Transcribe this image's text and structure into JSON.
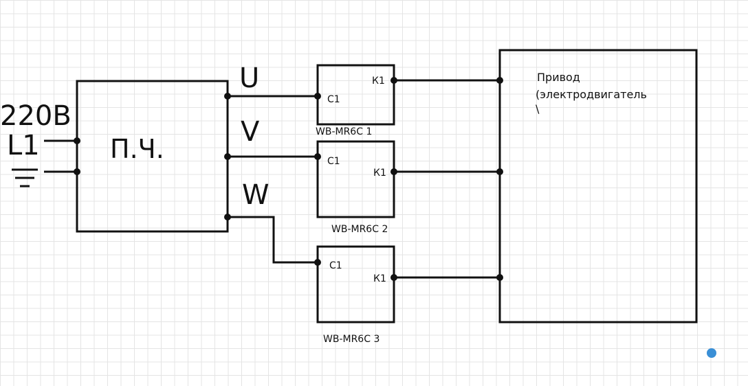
{
  "input": {
    "voltage": "220В",
    "line": "L1"
  },
  "converter": {
    "label": "П.Ч."
  },
  "phases": {
    "u": "U",
    "v": "V",
    "w": "W"
  },
  "modules": [
    {
      "name": "WB-MR6C 1",
      "pin_in": "C1",
      "pin_out": "К1"
    },
    {
      "name": "WB-MR6C 2",
      "pin_in": "C1",
      "pin_out": "К1"
    },
    {
      "name": "WB-MR6C 3",
      "pin_in": "C1",
      "pin_out": "К1"
    }
  ],
  "drive": {
    "line1": "Привод",
    "line2": "(электродвигатель",
    "line3": "\\"
  },
  "colors": {
    "ink": "#111111",
    "grid": "#e4e4e4",
    "handle": "#3a8fd6"
  }
}
